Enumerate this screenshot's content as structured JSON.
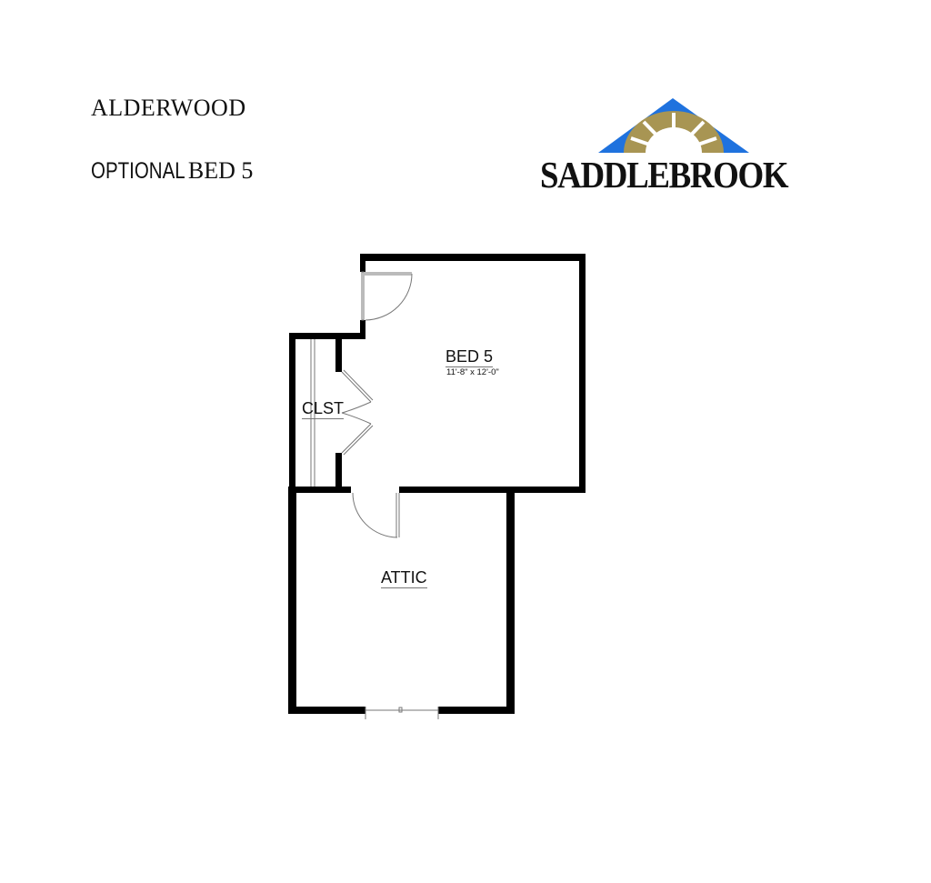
{
  "header": {
    "plan_name": "ALDERWOOD",
    "option_prefix": "OPTIONAL",
    "option_suffix": "BED 5"
  },
  "logo": {
    "brand": "SADDLEBROOK",
    "colors": {
      "roof": "#1f72de",
      "fan": "#a89553",
      "text": "#111111"
    }
  },
  "floorplan": {
    "wall_color": "#000000",
    "rooms": [
      {
        "name": "BED 5",
        "dimensions": "11'-8\" x 12'-0\""
      },
      {
        "name": "CLST"
      },
      {
        "name": "ATTIC"
      }
    ]
  }
}
